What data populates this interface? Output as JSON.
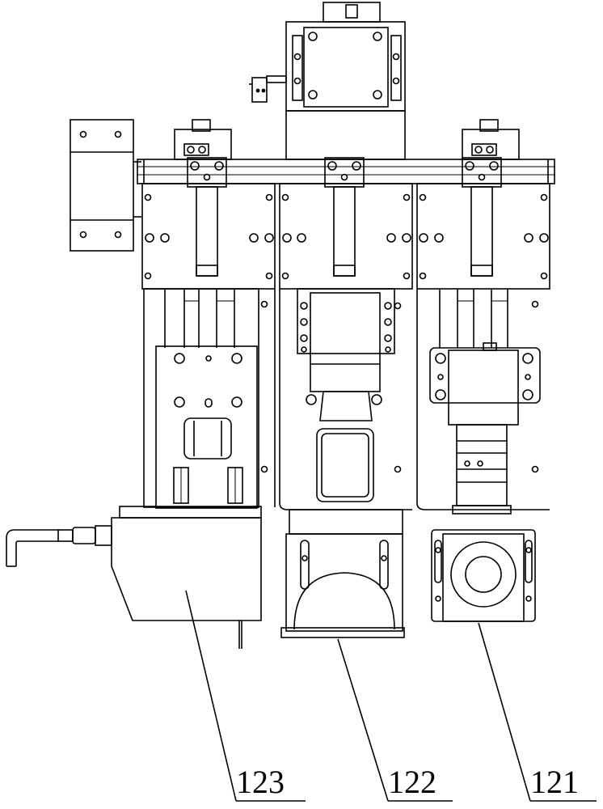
{
  "callouts": [
    {
      "id": "123",
      "label": "123"
    },
    {
      "id": "122",
      "label": "122"
    },
    {
      "id": "121",
      "label": "121"
    }
  ]
}
